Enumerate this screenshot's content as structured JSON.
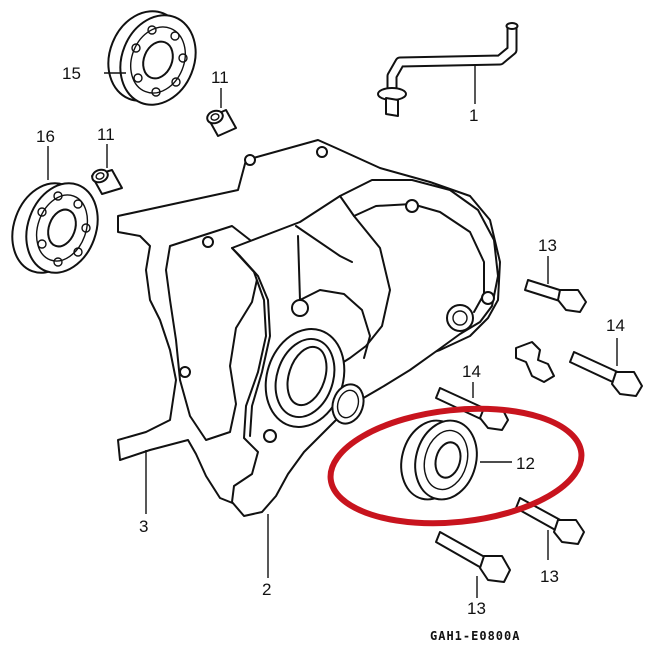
{
  "diagram": {
    "part_labels": [
      {
        "id": "1",
        "text": "1"
      },
      {
        "id": "2",
        "text": "2"
      },
      {
        "id": "3",
        "text": "3"
      },
      {
        "id": "11a",
        "text": "11"
      },
      {
        "id": "11b",
        "text": "11"
      },
      {
        "id": "12",
        "text": "12"
      },
      {
        "id": "13a",
        "text": "13"
      },
      {
        "id": "13b",
        "text": "13"
      },
      {
        "id": "13c",
        "text": "13"
      },
      {
        "id": "14a",
        "text": "14"
      },
      {
        "id": "14b",
        "text": "14"
      },
      {
        "id": "15",
        "text": "15"
      },
      {
        "id": "16",
        "text": "16"
      }
    ],
    "drawing_code": "GAH1-E0800A",
    "highlight_color": "#c8141e"
  }
}
